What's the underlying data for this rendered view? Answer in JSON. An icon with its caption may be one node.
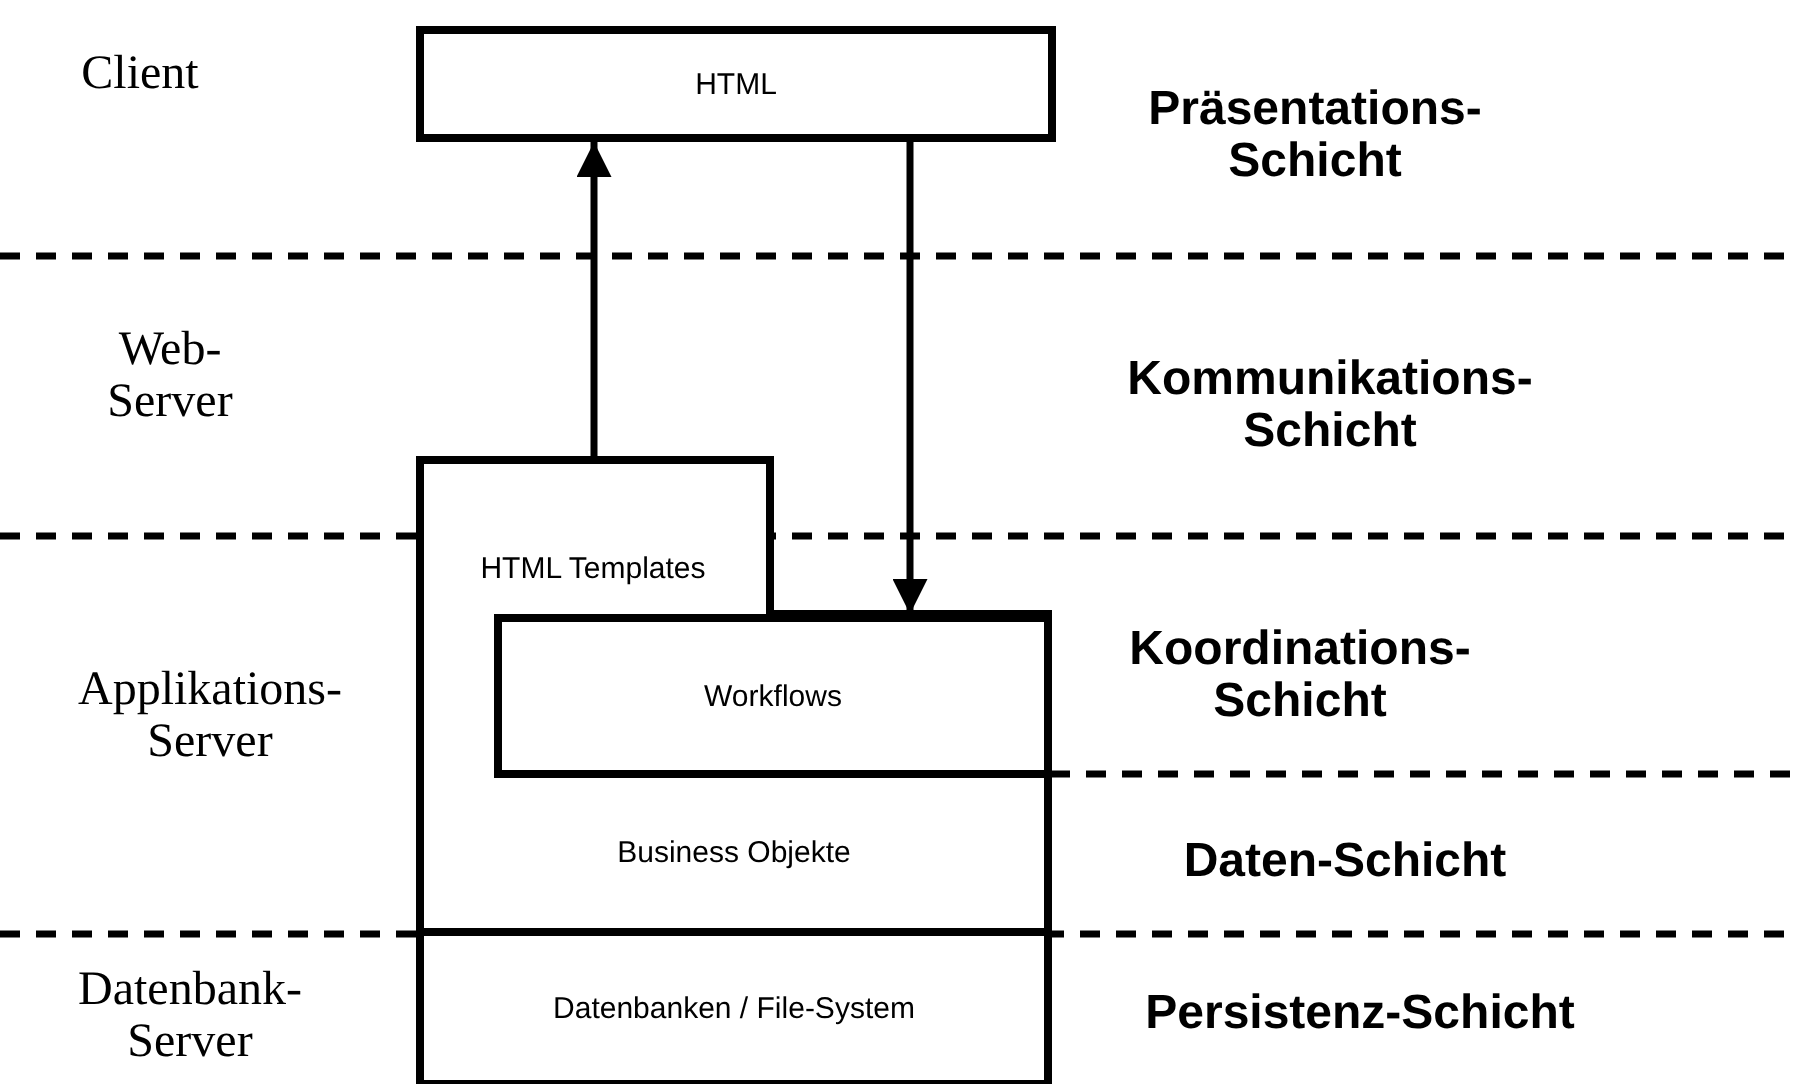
{
  "diagram": {
    "nodes": [
      {
        "text": [
          "HTML"
        ]
      },
      {
        "text": [
          "HTML Templates",
          "Business Objekte"
        ]
      },
      {
        "text": [
          "Workflows"
        ],
        "in": 1
      },
      {
        "text": [
          "Datenbanken / File-System"
        ]
      }
    ],
    "edges": [
      {
        "from": 1,
        "to": 0,
        "arrow": "to"
      },
      {
        "from": 0,
        "to": 2,
        "arrow": "to"
      }
    ],
    "labels": [
      "Client",
      "Präsentations- Schicht",
      "Web- Server",
      "Kommunikations- Schicht",
      "Applikations- Server",
      "Koordinations- Schicht",
      "Daten-Schicht",
      "Datenbank- Server",
      "Persistenz-Schicht"
    ]
  }
}
